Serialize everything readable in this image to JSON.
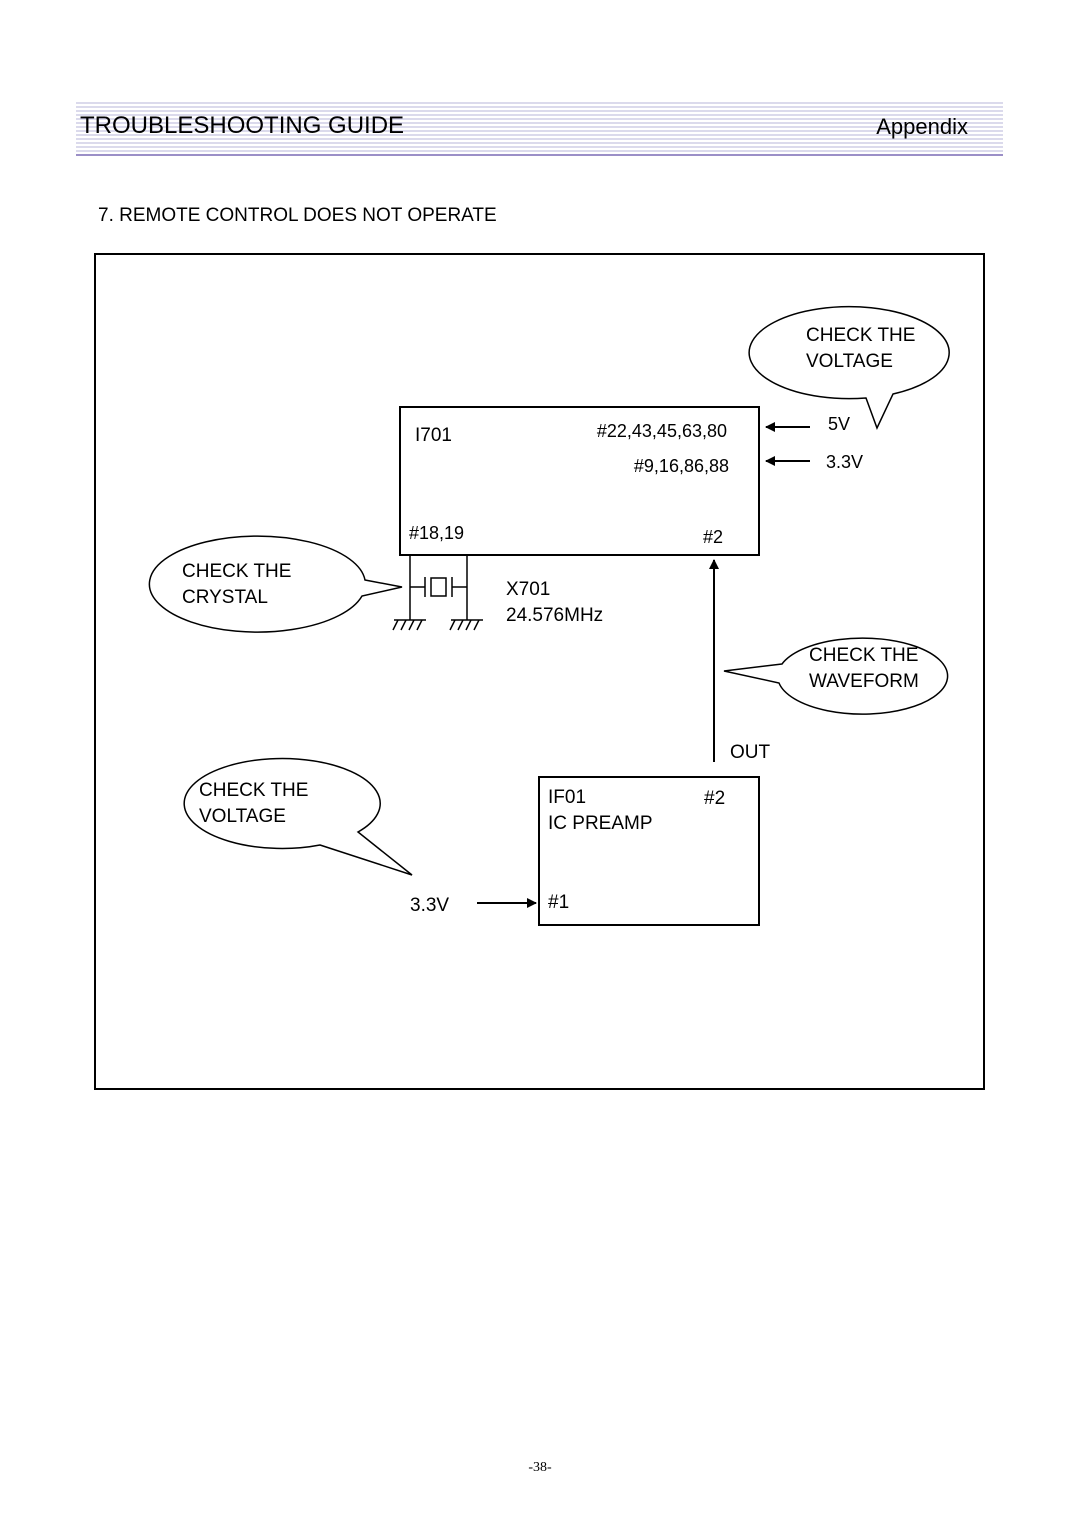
{
  "header": {
    "title": "TROUBLESHOOTING GUIDE",
    "section": "Appendix"
  },
  "section_title": "7. REMOTE CONTROL DOES NOT OPERATE",
  "diagram": {
    "ic_main": {
      "name": "I701",
      "pins_5v": "#22,43,45,63,80",
      "pins_3v3": "#9,16,86,88",
      "pins_crystal": "#18,19",
      "pin_in": "#2"
    },
    "supply_5v": "5V",
    "supply_3v3": "3.3V",
    "crystal": {
      "ref": "X701",
      "freq": "24.576MHz"
    },
    "preamp": {
      "name": "IF01",
      "desc": "IC PREAMP",
      "pin_out": "#2",
      "pin_supply": "#1",
      "out_label": "OUT",
      "supply_label": "3.3V"
    },
    "callouts": {
      "voltage_top": [
        "CHECK THE",
        "VOLTAGE"
      ],
      "crystal": [
        "CHECK THE",
        "CRYSTAL"
      ],
      "waveform": [
        "CHECK THE",
        "WAVEFORM"
      ],
      "voltage_bottom": [
        "CHECK THE",
        "VOLTAGE"
      ]
    }
  },
  "footer": {
    "page": "-38-"
  }
}
